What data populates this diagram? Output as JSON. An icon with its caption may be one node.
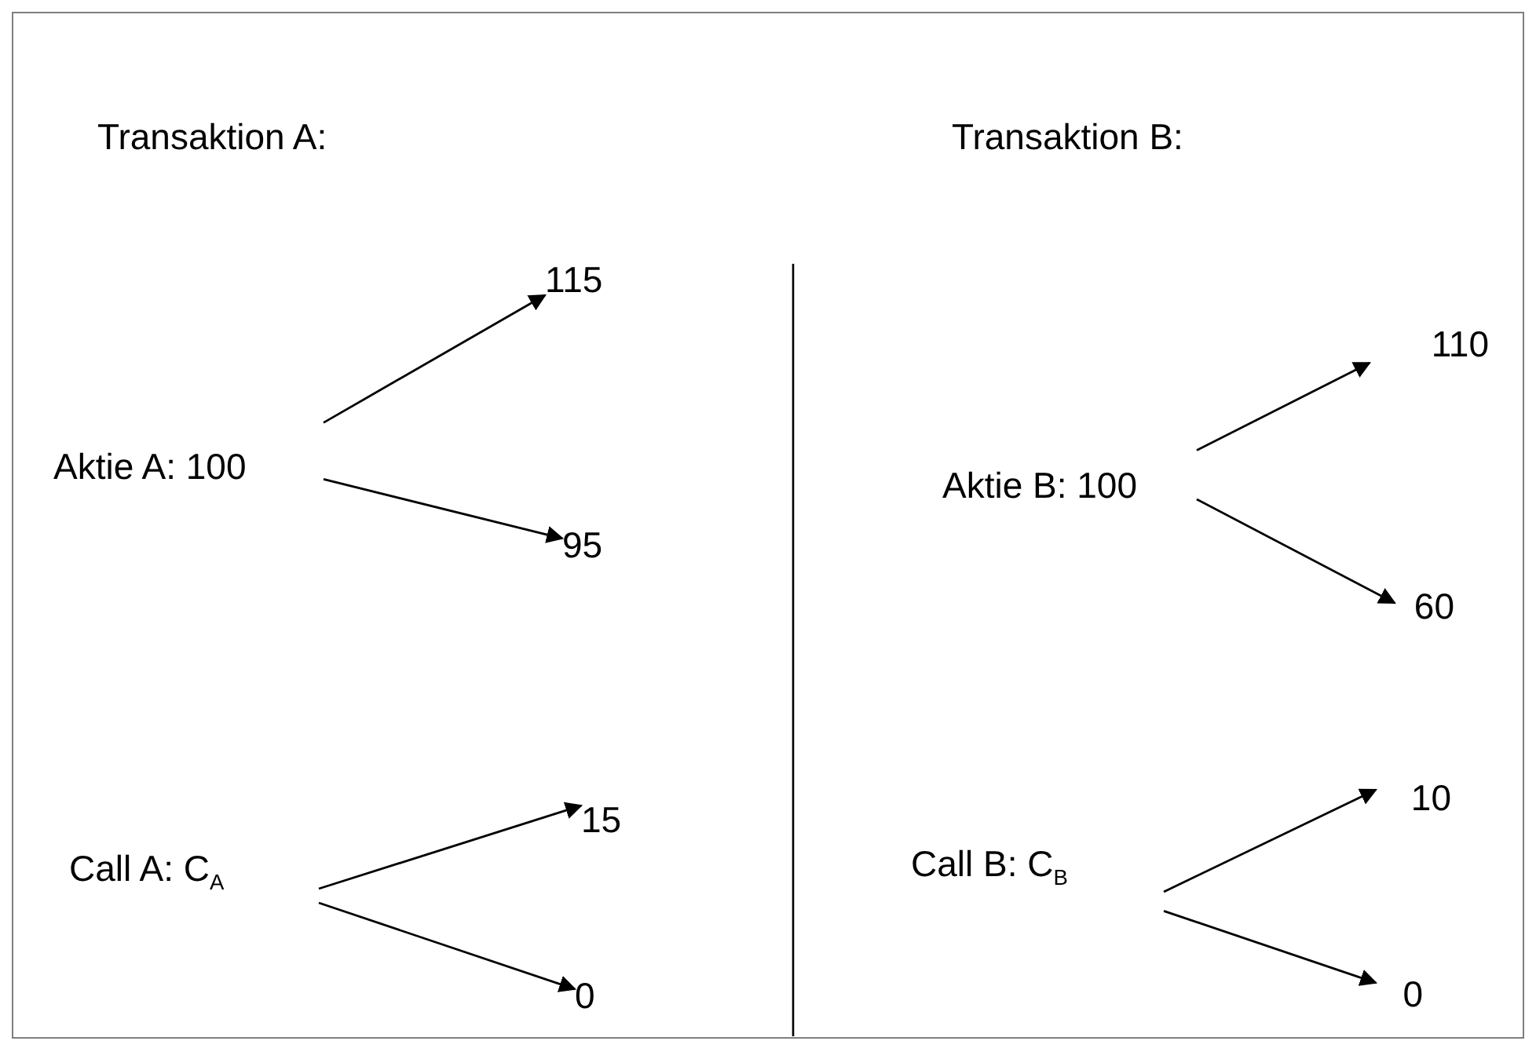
{
  "diagram": {
    "nodes": [
      {
        "text": [
          "Aktie A: 100"
        ]
      },
      {
        "text": [
          "115"
        ]
      },
      {
        "text": [
          "95"
        ]
      },
      {
        "text": [
          "Aktie B: 100"
        ]
      },
      {
        "text": [
          "110"
        ]
      },
      {
        "text": [
          "60"
        ]
      },
      {
        "text": [
          "Call A: C$_{A}$"
        ]
      },
      {
        "text": [
          "15"
        ]
      },
      {
        "text": [
          "0"
        ]
      },
      {
        "text": [
          "Call B: C$_{B}$"
        ]
      },
      {
        "text": [
          "10"
        ]
      },
      {
        "text": [
          "0"
        ]
      }
    ],
    "edges": [
      {
        "from": 0,
        "to": 1,
        "arrow": "to"
      },
      {
        "from": 0,
        "to": 2,
        "arrow": "to"
      },
      {
        "from": 3,
        "to": 4,
        "arrow": "to"
      },
      {
        "from": 3,
        "to": 5,
        "arrow": "to"
      },
      {
        "from": 6,
        "to": 7,
        "arrow": "to"
      },
      {
        "from": 6,
        "to": 8,
        "arrow": "to"
      },
      {
        "from": 9,
        "to": 10,
        "arrow": "to"
      },
      {
        "from": 9,
        "to": 11,
        "arrow": "to"
      }
    ],
    "labels": [
      "Transaktion A:",
      "Transaktion B:"
    ]
  }
}
